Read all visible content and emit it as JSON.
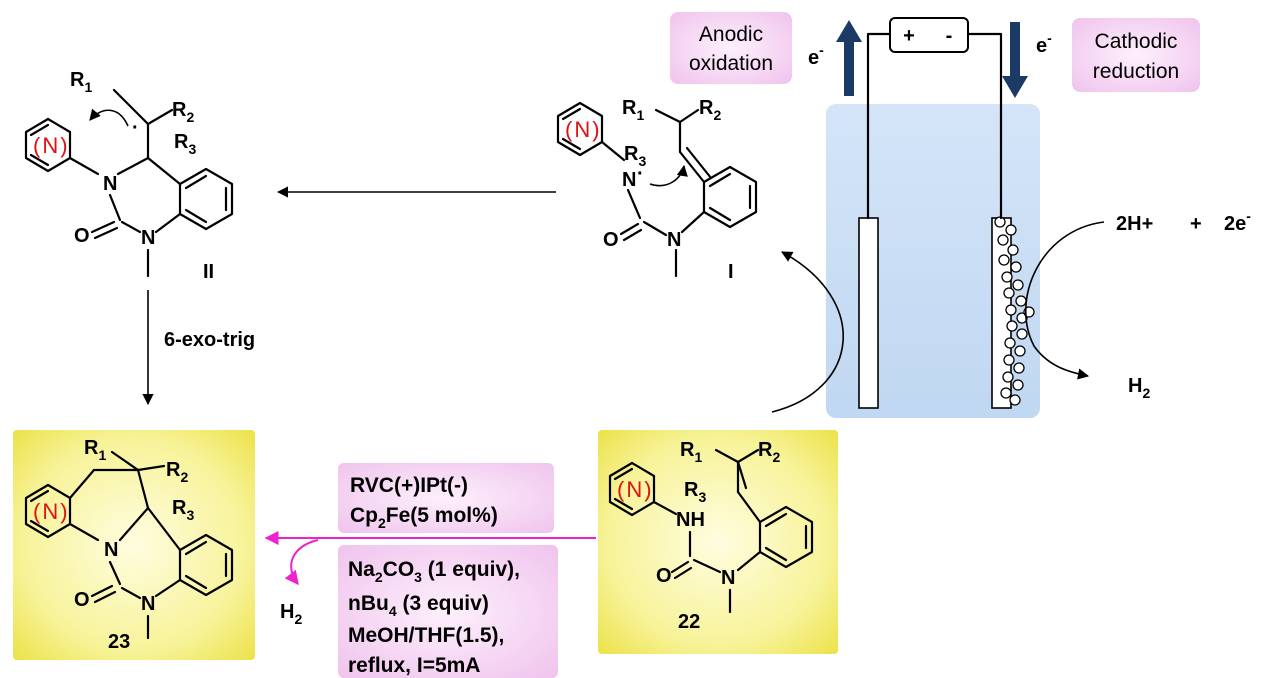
{
  "diagram": {
    "substituents": {
      "r1": "R",
      "r2": "R",
      "r3": "R",
      "s1": "1",
      "s2": "2",
      "s3": "3"
    },
    "atoms": {
      "n": "N",
      "o": "O",
      "nh": "NH",
      "ring_n": "N",
      "radical": "·",
      "paren_l": "(",
      "paren_r": ")"
    },
    "labels": {
      "compound_22": "22",
      "compound_23": "23",
      "intermediate_1": "I",
      "intermediate_2": "II",
      "step": "6-exo-trig"
    },
    "electrochem": {
      "anodic_line1": "Anodic",
      "anodic_line2": "oxidation",
      "cathodic_line1": "Cathodic",
      "cathodic_line2": "reduction",
      "electron": "e",
      "electron_sup": "-",
      "plus": "+",
      "minus": "-",
      "cathode_eq_left": "2H+",
      "cathode_eq_plus": "+",
      "cathode_eq_right": "2e",
      "cathode_eq_right_sup": "-",
      "h2_main": "H",
      "h2_sub": "2"
    },
    "conditions": {
      "top_line1": "RVC(+)IPt(-)",
      "top_line2_a": "Cp",
      "top_line2_sub": "2",
      "top_line2_b": "Fe(5 mol%)",
      "bottom_line1_a": "Na",
      "bottom_line1_sub1": "2",
      "bottom_line1_b": "CO",
      "bottom_line1_sub2": "3",
      "bottom_line1_c": " (1 equiv),",
      "bottom_line2_a": "nBu",
      "bottom_line2_sub": "4",
      "bottom_line2_b": " (3 equiv)",
      "bottom_line3": "MeOH/THF(1.5),",
      "bottom_line4": "reflux, I=5mA",
      "byproduct_main": "H",
      "byproduct_sub": "2"
    },
    "colors": {
      "highlight_yellow": "#f3ef6a",
      "box_pink": "#f6d3f4",
      "cell_blue": "#c6dcf4",
      "arrow_navy": "#1b3a66",
      "reaction_arrow": "#ee22cc",
      "ring_n_red": "#e01010"
    }
  }
}
